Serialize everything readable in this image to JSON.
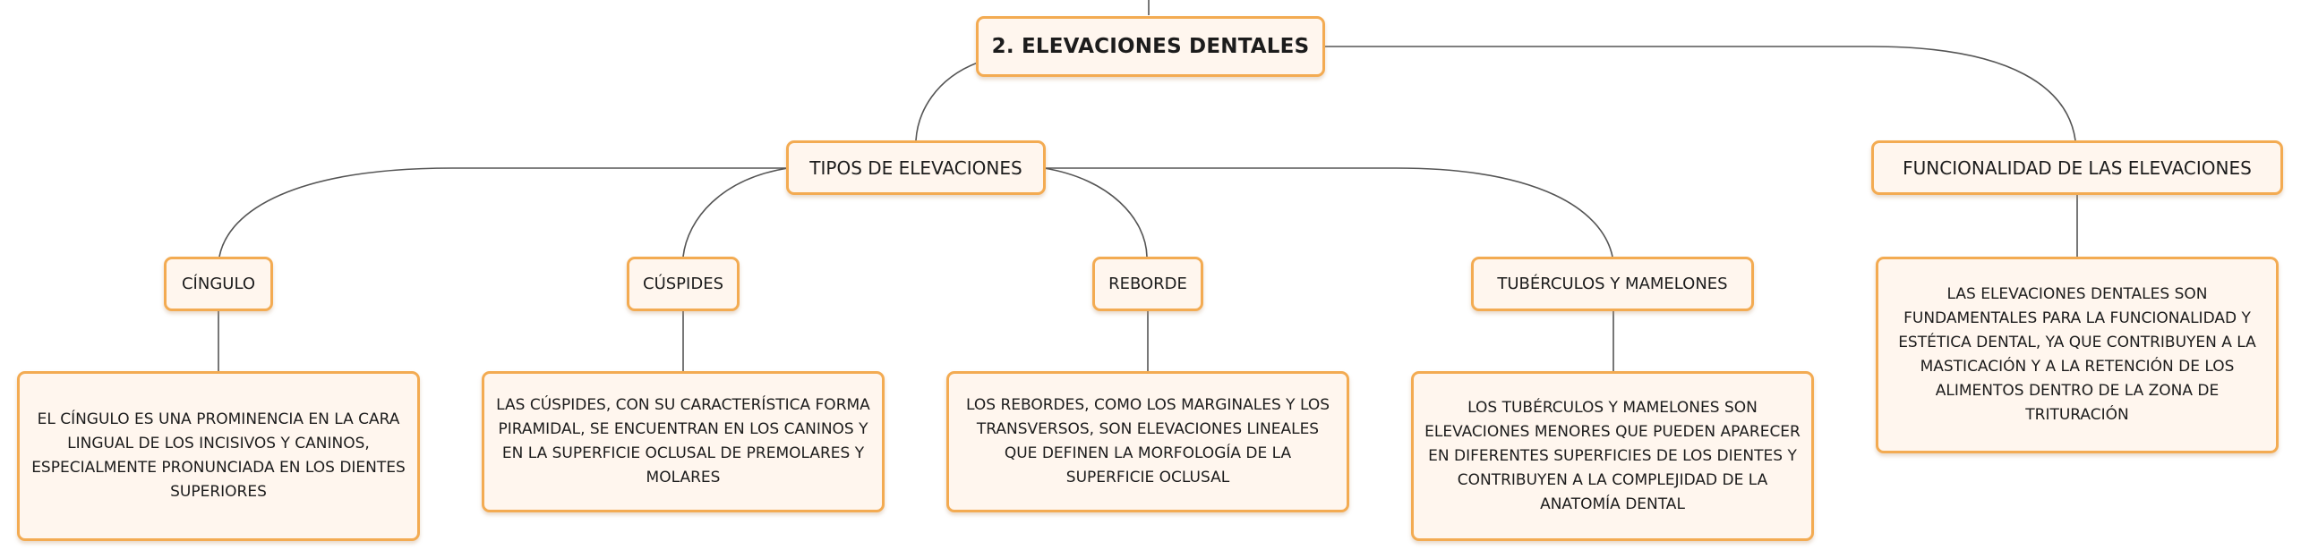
{
  "root": {
    "label": "2. ELEVACIONES DENTALES"
  },
  "branches": {
    "tipos": "TIPOS DE ELEVACIONES",
    "funcionalidad": "FUNCIONALIDAD DE LAS ELEVACIONES"
  },
  "tipos": {
    "cingulo": {
      "title": "CÍNGULO",
      "description": "EL CÍNGULO ES UNA PROMINENCIA EN LA CARA LINGUAL DE LOS INCISIVOS Y CANINOS, ESPECIALMENTE PRONUNCIADA EN LOS DIENTES SUPERIORES"
    },
    "cuspides": {
      "title": "CÚSPIDES",
      "description": "LAS CÚSPIDES, CON SU CARACTERÍSTICA FORMA PIRAMIDAL, SE ENCUENTRAN EN LOS CANINOS Y EN LA SUPERFICIE OCLUSAL DE PREMOLARES Y MOLARES"
    },
    "reborde": {
      "title": "REBORDE",
      "description": "LOS REBORDES, COMO LOS MARGINALES Y LOS TRANSVERSOS, SON ELEVACIONES LINEALES QUE DEFINEN LA MORFOLOGÍA DE LA SUPERFICIE OCLUSAL"
    },
    "tuberculos": {
      "title": "TUBÉRCULOS Y MAMELONES",
      "description": "LOS TUBÉRCULOS Y MAMELONES SON ELEVACIONES MENORES QUE PUEDEN APARECER EN DIFERENTES SUPERFICIES DE LOS DIENTES Y CONTRIBUYEN A LA COMPLEJIDAD DE LA ANATOMÍA DENTAL"
    }
  },
  "funcionalidad": {
    "description": "LAS ELEVACIONES DENTALES SON FUNDAMENTALES PARA LA FUNCIONALIDAD Y ESTÉTICA DENTAL, YA QUE CONTRIBUYEN A LA MASTICACIÓN Y A LA RETENCIÓN DE LOS ALIMENTOS DENTRO DE LA ZONA DE TRITURACIÓN"
  },
  "colors": {
    "node_border": "#f3ab52",
    "node_fill": "#fff6ee",
    "connector": "#555555",
    "text": "#1c1c1c"
  }
}
